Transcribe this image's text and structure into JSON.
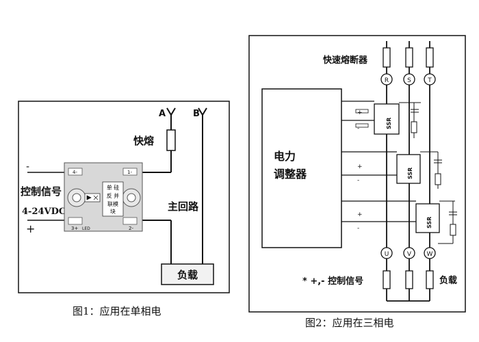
{
  "fig1": {
    "caption": "图1：应用在单相电",
    "label_a": "A",
    "label_b": "B",
    "fuse_label": "快熔",
    "main_loop_label": "主回路",
    "load_label": "负载",
    "control_signal_label": "控制信号",
    "voltage_label": "4-24VDC",
    "minus_sign": "-",
    "plus_sign": "+",
    "module_text": [
      "单 硅",
      "反 并",
      "联模",
      "块"
    ],
    "term_4": "4-",
    "term_1": "1-",
    "term_3": "3+",
    "term_2": "2-",
    "led_label": "LED"
  },
  "fig2": {
    "caption": "图2：应用在三相电",
    "fuse_label": "快速熔断器",
    "controller_label_line1": "电力",
    "controller_label_line2": "调整器",
    "phase_in": [
      "R",
      "S",
      "T"
    ],
    "phase_out": [
      "U",
      "V",
      "W"
    ],
    "ssr_label": "SSR",
    "control_note": "* +,- 控制信号",
    "load_label": "负载",
    "plus_sign": "+",
    "minus_sign": "-"
  },
  "colors": {
    "line": "#111111",
    "bg": "#ffffff",
    "module_gray": "#d8d8d8",
    "box_fill": "#f2f2f2"
  }
}
